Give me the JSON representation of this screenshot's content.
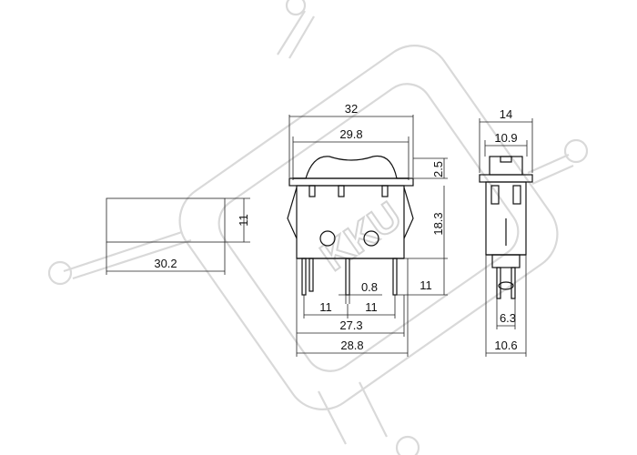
{
  "watermark": {
    "text": "KKU"
  },
  "dimensions": {
    "overall_width": "32",
    "frame_width": "29.8",
    "lever_height": "2.5",
    "body_depth": "18.3",
    "pin_length": "11",
    "pin_thickness": "0.8",
    "pin_pitch_left": "11",
    "pin_pitch_right": "11",
    "mount_width": "27.3",
    "mount_width_outer": "28.8",
    "panel_cutout_width": "30.2",
    "panel_cutout_height": "11",
    "side_total_width": "14",
    "side_frame_width": "10.9",
    "side_pin_spacing": "6.3",
    "side_mount_width": "10.6"
  },
  "colors": {
    "line": "#111111",
    "watermark": "#d9d9d9"
  }
}
